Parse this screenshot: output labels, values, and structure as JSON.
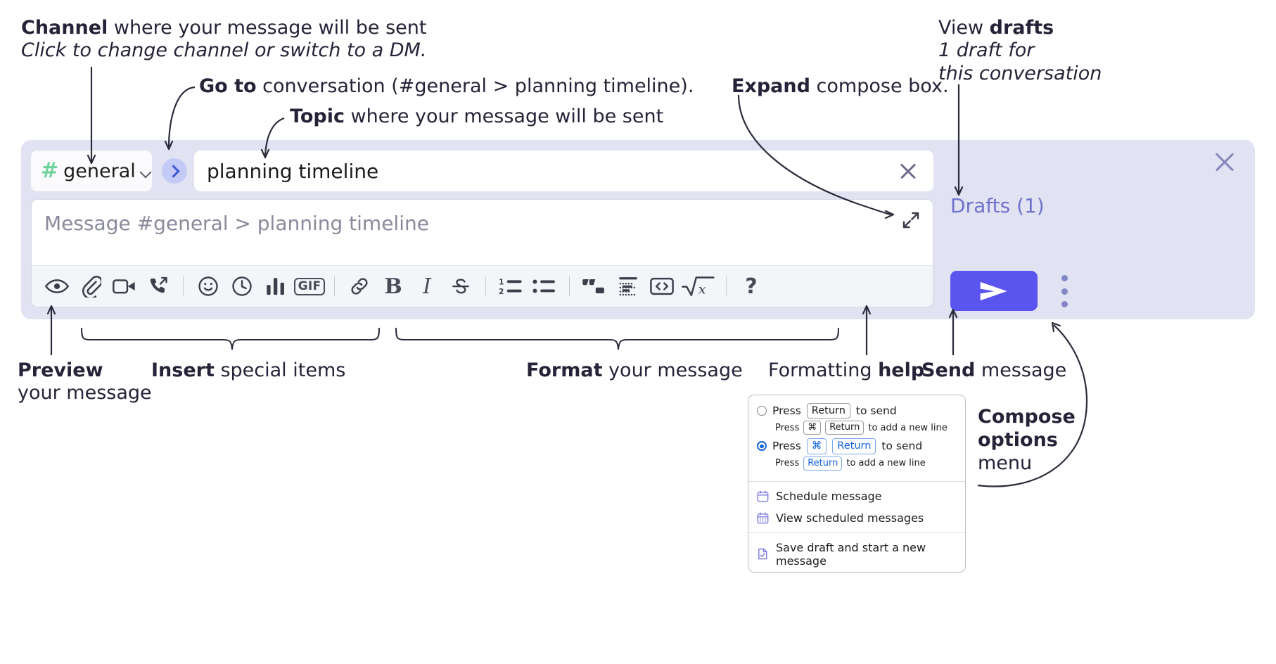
{
  "annotations": {
    "channel": {
      "line1_bold": "Channel",
      "line1_rest": " where your message will be sent",
      "line2_italic": "Click to change channel or switch to a DM."
    },
    "goto": {
      "bold": "Go to",
      "rest": " conversation (#general > planning timeline)."
    },
    "topic": {
      "bold": "Topic",
      "rest": " where your message will be sent"
    },
    "expand": {
      "bold": "Expand",
      "rest": " compose box."
    },
    "drafts": {
      "line1_rest": "View ",
      "line1_bold": "drafts",
      "line2_italic": "1 draft for",
      "line3_italic": "this conversation"
    },
    "preview": {
      "bold": "Preview",
      "line2": "your message"
    },
    "insert": {
      "bold": "Insert",
      "rest": " special items"
    },
    "format": {
      "bold": "Format",
      "rest": " your message"
    },
    "help": {
      "rest": "Formatting ",
      "bold": "help"
    },
    "send": {
      "bold": "Send",
      "rest": " message"
    },
    "compose_options": {
      "line1": "Compose",
      "line2": "options",
      "line3": "menu"
    }
  },
  "compose": {
    "channel_chip": {
      "hash_icon": "hash-icon",
      "name": "general",
      "chevron_icon": "chevron-down-icon"
    },
    "go_to_conversation_icon": "chevron-right-icon",
    "topic": {
      "value": "planning timeline",
      "clear_icon": "close-icon"
    },
    "editor": {
      "placeholder": "Message #general > planning timeline",
      "expand_icon": "expand-diagonal-icon"
    },
    "toolbar": [
      {
        "name": "preview-button",
        "icon": "eye-icon",
        "label": ""
      },
      {
        "name": "attach-file-button",
        "icon": "paperclip-icon",
        "label": ""
      },
      {
        "name": "record-video-button",
        "icon": "video-camera-icon",
        "label": ""
      },
      {
        "name": "record-audio-button",
        "icon": "phone-clip-icon",
        "label": ""
      },
      {
        "name": "separator-1",
        "icon": "divider",
        "label": ""
      },
      {
        "name": "emoji-button",
        "icon": "smiley-icon",
        "label": ""
      },
      {
        "name": "schedule-button",
        "icon": "clock-icon",
        "label": ""
      },
      {
        "name": "poll-button",
        "icon": "bar-chart-icon",
        "label": ""
      },
      {
        "name": "gif-button",
        "icon": "gif-icon",
        "label": "GIF"
      },
      {
        "name": "separator-2",
        "icon": "divider",
        "label": ""
      },
      {
        "name": "link-button",
        "icon": "link-icon",
        "label": ""
      },
      {
        "name": "bold-button",
        "icon": "bold-icon",
        "label": "B"
      },
      {
        "name": "italic-button",
        "icon": "italic-icon",
        "label": "I"
      },
      {
        "name": "strikethrough-button",
        "icon": "strikethrough-icon",
        "label": "S"
      },
      {
        "name": "separator-3",
        "icon": "divider",
        "label": ""
      },
      {
        "name": "ordered-list-button",
        "icon": "ordered-list-icon",
        "label": ""
      },
      {
        "name": "bulleted-list-button",
        "icon": "bulleted-list-icon",
        "label": ""
      },
      {
        "name": "separator-4",
        "icon": "divider",
        "label": ""
      },
      {
        "name": "blockquote-button",
        "icon": "quote-icon",
        "label": ""
      },
      {
        "name": "code-block-button",
        "icon": "code-block-icon",
        "label": ""
      },
      {
        "name": "code-button",
        "icon": "code-icon",
        "label": ""
      },
      {
        "name": "math-button",
        "icon": "square-root-icon",
        "label": ""
      },
      {
        "name": "separator-5",
        "icon": "divider",
        "label": ""
      },
      {
        "name": "formatting-help-button",
        "icon": "question-mark-icon",
        "label": "?"
      }
    ],
    "drafts_label": "Drafts (1)",
    "close_icon": "close-icon",
    "send_icon": "send-paper-plane-icon",
    "more_options_icon": "kebab-menu-icon"
  },
  "compose_menu": {
    "option_return": {
      "selected": false,
      "pre": "Press",
      "key": "Return",
      "post": "to send",
      "sub_pre": "Press",
      "sub_key1": "⌘",
      "sub_key2": "Return",
      "sub_post": "to add a new line"
    },
    "option_cmd_return": {
      "selected": true,
      "pre": "Press",
      "key1": "⌘",
      "key2": "Return",
      "post": "to send",
      "sub_pre": "Press",
      "sub_key": "Return",
      "sub_post": "to add a new line"
    },
    "items": [
      {
        "icon": "calendar-icon",
        "label": "Schedule message"
      },
      {
        "icon": "calendar-grid-icon",
        "label": "View scheduled messages"
      },
      {
        "icon": "document-check-icon",
        "label": "Save draft and start a new message"
      }
    ]
  },
  "colors": {
    "widget_bg": "#e2e3f2",
    "send_button": "#5b55ef",
    "hash_green": "#6fd39a",
    "drafts_purple": "#6f72cc",
    "go_circle": "#c3caf5",
    "radio_blue": "#1264dd",
    "menu_icon_purple": "#7b7ae0"
  }
}
